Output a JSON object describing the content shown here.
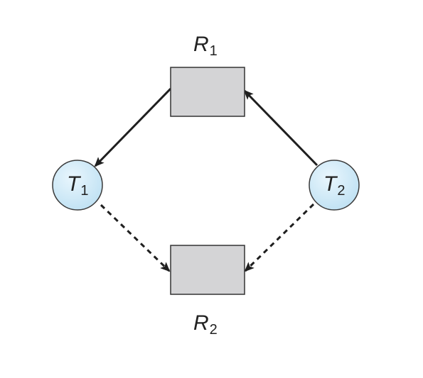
{
  "diagram": {
    "resources": [
      {
        "id": "R1",
        "letter": "R",
        "subscript": "1"
      },
      {
        "id": "R2",
        "letter": "R",
        "subscript": "2"
      }
    ],
    "threads": [
      {
        "id": "T1",
        "letter": "T",
        "subscript": "1"
      },
      {
        "id": "T2",
        "letter": "T",
        "subscript": "2"
      }
    ],
    "edges": [
      {
        "from": "R1",
        "to": "T1",
        "style": "solid"
      },
      {
        "from": "T2",
        "to": "R1",
        "style": "solid"
      },
      {
        "from": "T1",
        "to": "R2",
        "style": "dashed"
      },
      {
        "from": "T2",
        "to": "R2",
        "style": "dashed"
      }
    ],
    "colors": {
      "resource_fill": "#d4d4d6",
      "resource_stroke": "#333333",
      "thread_fill": "#cfe9f7",
      "thread_stroke": "#3a3a3a",
      "edge": "#1f1f1f",
      "label": "#222222"
    }
  }
}
